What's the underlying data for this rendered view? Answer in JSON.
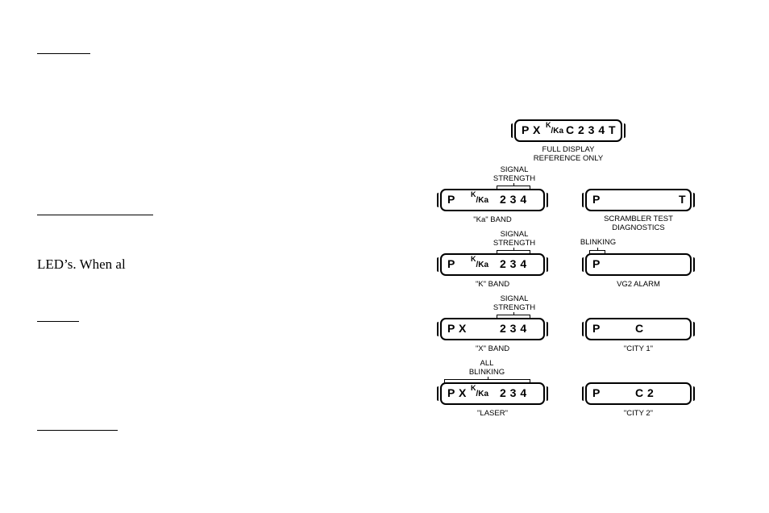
{
  "left": {
    "fragment": "LED’s. When al"
  },
  "full": {
    "text_a": "P X",
    "k": "K",
    "ka": "/Ka",
    "text_b": "C 2 3 4 T",
    "caption1": "FULL DISPLAY",
    "caption2": "REFERENCE ONLY"
  },
  "signal": {
    "line1": "SIGNAL",
    "line2": "STRENGTH"
  },
  "blinking": "BLINKING",
  "all_blinking": {
    "line1": "ALL",
    "line2": "BLINKING"
  },
  "ka_band": {
    "p": "P",
    "k": "K",
    "ka": "/Ka",
    "digits": "2 3 4",
    "caption": "\"Ka\" BAND"
  },
  "k_band": {
    "p": "P",
    "k": "K",
    "ka": "/Ka",
    "digits": "2 3 4",
    "caption": "\"K\" BAND"
  },
  "x_band": {
    "px": "P X",
    "digits": "2 3 4",
    "caption": "\"X\" BAND"
  },
  "laser": {
    "px": "P X",
    "k": "K",
    "ka": "/Ka",
    "digits": "2 3 4",
    "caption": "\"LASER\""
  },
  "scrambler": {
    "p": "P",
    "t": "T",
    "caption1": "SCRAMBLER TEST",
    "caption2": "DIAGNOSTICS"
  },
  "vg2": {
    "p": "P",
    "caption": "VG2 ALARM"
  },
  "city1": {
    "p": "P",
    "c": "C",
    "caption": "\"CITY 1\""
  },
  "city2": {
    "p": "P",
    "c": "C 2",
    "caption": "\"CITY 2\""
  }
}
